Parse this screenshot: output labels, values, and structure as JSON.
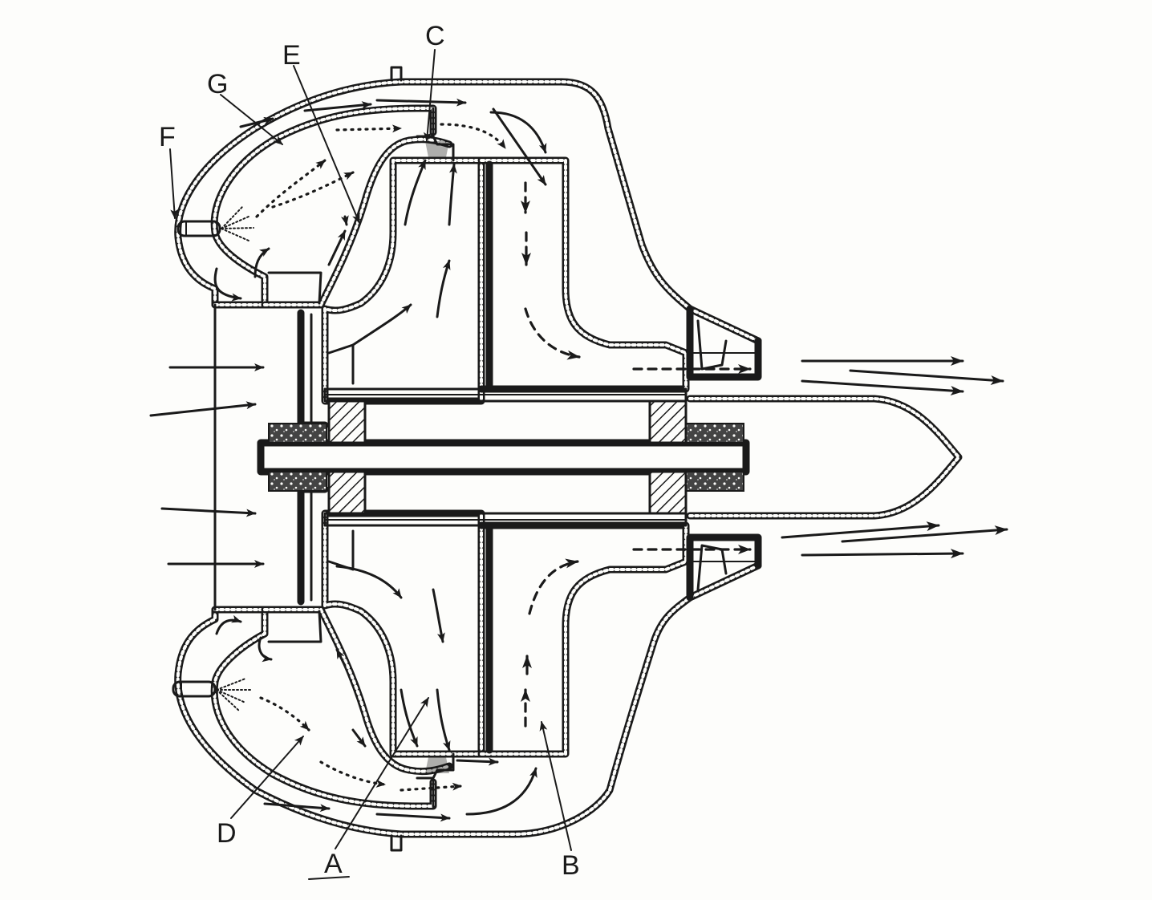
{
  "labels": {
    "A": "A",
    "B": "B",
    "C": "C",
    "D": "D",
    "E": "E",
    "F": "F",
    "G": "G"
  },
  "colors": {
    "ink": "#1a1a1a",
    "paper": "#fdfdfb"
  }
}
